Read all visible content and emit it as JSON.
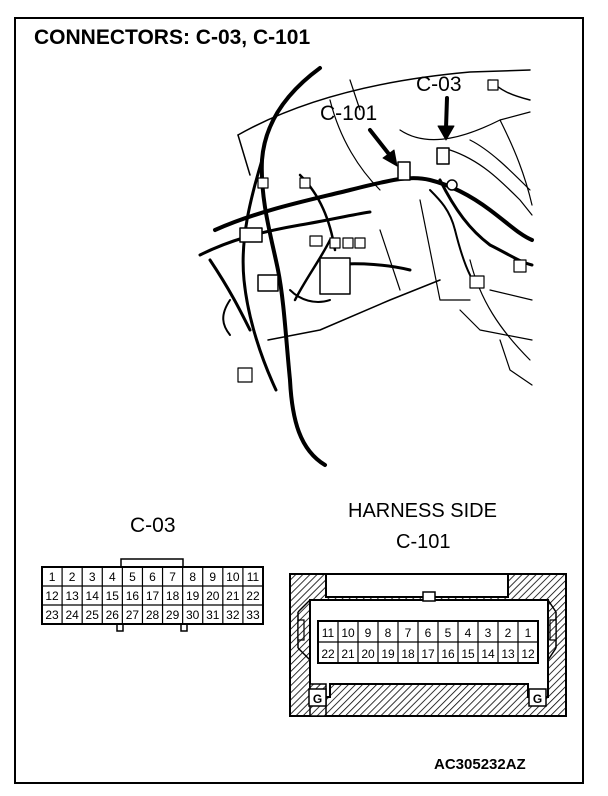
{
  "title": "CONNECTORS: C-03, C-101",
  "callouts": {
    "c03": "C-03",
    "c101": "C-101"
  },
  "connector_c03": {
    "name": "C-03",
    "rows": [
      [
        "1",
        "2",
        "3",
        "4",
        "5",
        "6",
        "7",
        "8",
        "9",
        "10",
        "11"
      ],
      [
        "12",
        "13",
        "14",
        "15",
        "16",
        "17",
        "18",
        "19",
        "20",
        "21",
        "22"
      ],
      [
        "23",
        "24",
        "25",
        "26",
        "27",
        "28",
        "29",
        "30",
        "31",
        "32",
        "33"
      ]
    ]
  },
  "connector_c101": {
    "side_label": "HARNESS SIDE",
    "name": "C-101",
    "rows": [
      [
        "11",
        "10",
        "9",
        "8",
        "7",
        "6",
        "5",
        "4",
        "3",
        "2",
        "1"
      ],
      [
        "22",
        "21",
        "20",
        "19",
        "18",
        "17",
        "16",
        "15",
        "14",
        "13",
        "12"
      ]
    ],
    "ground_marks": [
      "G",
      "G"
    ]
  },
  "figure_id": "AC305232AZ"
}
